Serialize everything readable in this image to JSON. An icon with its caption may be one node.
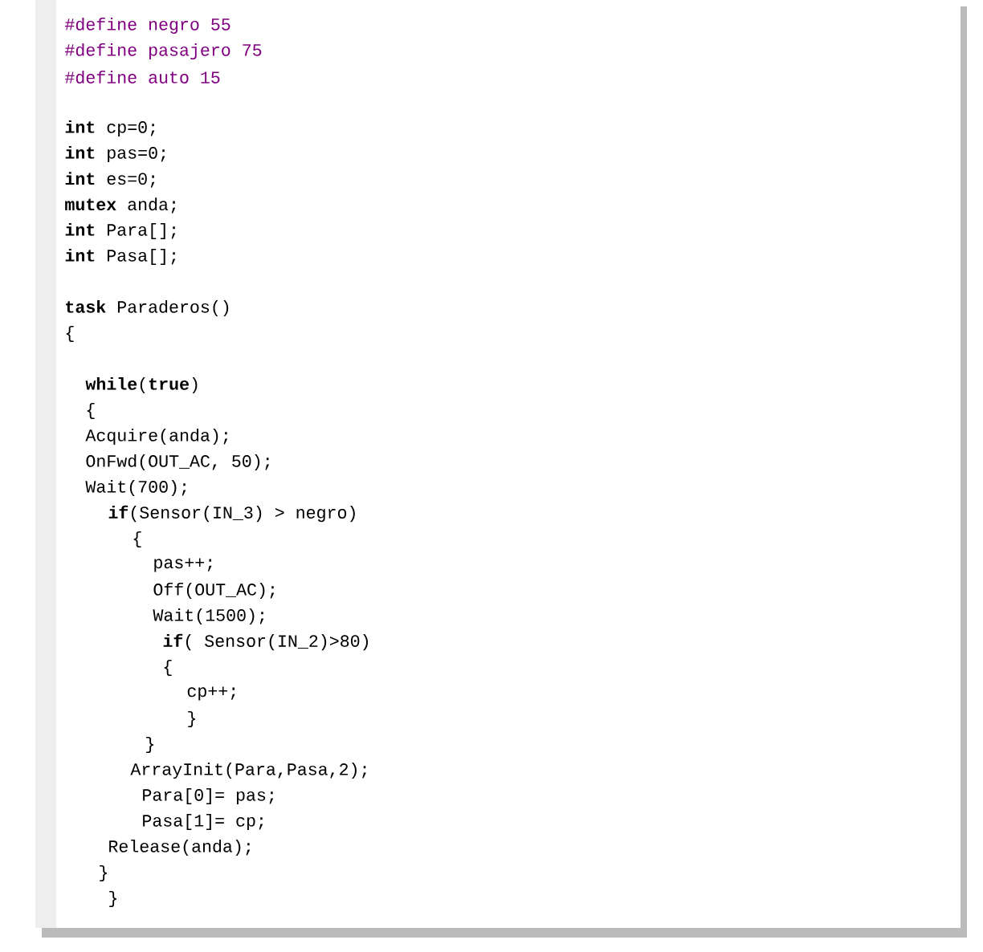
{
  "diagram": {
    "labels": [
      "#define negro 55",
      "#define pasajero 75",
      "#define auto 15",
      "**int** cp=0;",
      "**int** pas=0;",
      "**int** es=0;",
      "**mutex** anda;",
      "**int** Para[];",
      "**int** Pasa[];",
      "**task** Paraderos()",
      "{",
      "**while**(**true**)",
      "{",
      "Acquire(anda);",
      "OnFwd(OUT_AC, 50);",
      "Wait(700);",
      "**if**(Sensor(IN_3) > negro)",
      "{",
      "pas++;",
      "Off(OUT_AC);",
      "Wait(1500);",
      "**if**( Sensor(IN_2)>80)",
      "{",
      "cp++;",
      "}",
      "}",
      "ArrayInit(Para,Pasa,2);",
      "Para[0]= pas;",
      "Pasa[1]= cp;",
      "Release(anda);",
      "}",
      "}"
    ]
  }
}
